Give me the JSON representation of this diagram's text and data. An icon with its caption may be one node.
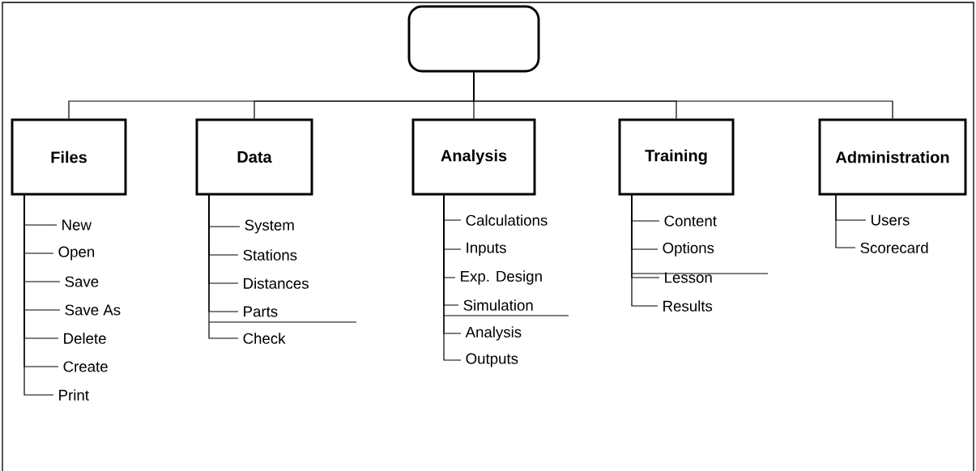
{
  "diagram": {
    "nodes": [
      {
        "text": [],
        "shape": "box"
      },
      {
        "text": [
          "Files"
        ]
      },
      {
        "text": [
          "Data"
        ]
      },
      {
        "text": [
          "Analysis"
        ]
      },
      {
        "text": [
          "Training"
        ]
      },
      {
        "text": [
          "Administration"
        ]
      },
      {
        "text": [
          "New"
        ]
      },
      {
        "text": [
          "Open"
        ]
      },
      {
        "text": [
          "Save"
        ]
      },
      {
        "text": [
          "Save As"
        ]
      },
      {
        "text": [
          "Delete"
        ]
      },
      {
        "text": [
          "Create"
        ]
      },
      {
        "text": [
          "Print"
        ]
      },
      {
        "text": [
          "System"
        ]
      },
      {
        "text": [
          "Stations"
        ]
      },
      {
        "text": [
          "Distances"
        ]
      },
      {
        "text": [
          "Parts"
        ]
      },
      {
        "text": [
          "Check"
        ]
      },
      {
        "text": [
          "Calculations"
        ]
      },
      {
        "text": [
          "Inputs"
        ]
      },
      {
        "text": [
          "Exp. Design"
        ]
      },
      {
        "text": [
          "Simulation"
        ]
      },
      {
        "text": [
          "Analysis"
        ]
      },
      {
        "text": [
          "Outputs"
        ]
      },
      {
        "text": [
          "Content"
        ]
      },
      {
        "text": [
          "Options"
        ]
      },
      {
        "text": [
          "Lesson"
        ]
      },
      {
        "text": [
          "Results"
        ]
      },
      {
        "text": [
          "Users"
        ]
      },
      {
        "text": [
          "Scorecard"
        ]
      }
    ],
    "edges": [
      {
        "from": 0,
        "to": 1,
        "arrow": "none"
      },
      {
        "from": 0,
        "to": 2,
        "arrow": "none"
      },
      {
        "from": 0,
        "to": 3,
        "arrow": "none"
      },
      {
        "from": 0,
        "to": 4,
        "arrow": "none"
      },
      {
        "from": 0,
        "to": 5,
        "arrow": "none"
      },
      {
        "from": 1,
        "to": 6,
        "arrow": "none"
      },
      {
        "from": 1,
        "to": 7,
        "arrow": "none"
      },
      {
        "from": 1,
        "to": 8,
        "arrow": "none"
      },
      {
        "from": 1,
        "to": 9,
        "arrow": "none"
      },
      {
        "from": 1,
        "to": 10,
        "arrow": "none"
      },
      {
        "from": 1,
        "to": 11,
        "arrow": "none"
      },
      {
        "from": 1,
        "to": 12,
        "arrow": "none"
      },
      {
        "from": 2,
        "to": 13,
        "arrow": "none"
      },
      {
        "from": 2,
        "to": 14,
        "arrow": "none"
      },
      {
        "from": 2,
        "to": 15,
        "arrow": "none"
      },
      {
        "from": 2,
        "to": 16,
        "arrow": "none"
      },
      {
        "from": 2,
        "to": 17,
        "arrow": "none"
      },
      {
        "from": 3,
        "to": 18,
        "arrow": "none"
      },
      {
        "from": 3,
        "to": 19,
        "arrow": "none"
      },
      {
        "from": 3,
        "to": 20,
        "arrow": "none"
      },
      {
        "from": 3,
        "to": 21,
        "arrow": "none"
      },
      {
        "from": 3,
        "to": 22,
        "arrow": "none"
      },
      {
        "from": 3,
        "to": 23,
        "arrow": "none"
      },
      {
        "from": 4,
        "to": 24,
        "arrow": "none"
      },
      {
        "from": 4,
        "to": 25,
        "arrow": "none"
      },
      {
        "from": 4,
        "to": 26,
        "arrow": "none"
      },
      {
        "from": 4,
        "to": 27,
        "arrow": "none"
      },
      {
        "from": 5,
        "to": 28,
        "arrow": "none"
      },
      {
        "from": 5,
        "to": 29,
        "arrow": "none"
      }
    ]
  }
}
